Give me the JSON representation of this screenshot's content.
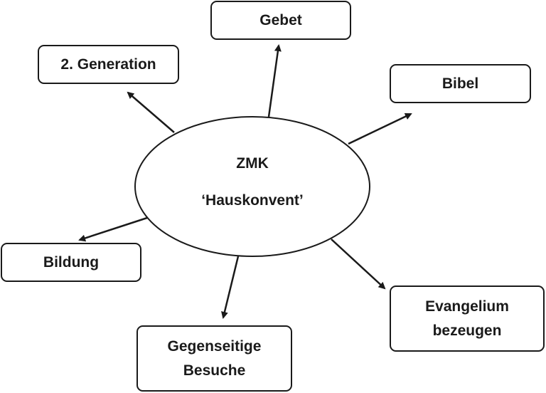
{
  "center": {
    "line1": "ZMK",
    "line2": "‘Hauskonvent’"
  },
  "nodes": {
    "gebet": "Gebet",
    "generation": "2. Generation",
    "bibel": "Bibel",
    "bildung": "Bildung",
    "evangelium": "Evangelium\nbezeugen",
    "besuche": "Gegenseitige\nBesuche"
  },
  "colors": {
    "stroke": "#1a1a1a",
    "fill": "#ffffff"
  }
}
